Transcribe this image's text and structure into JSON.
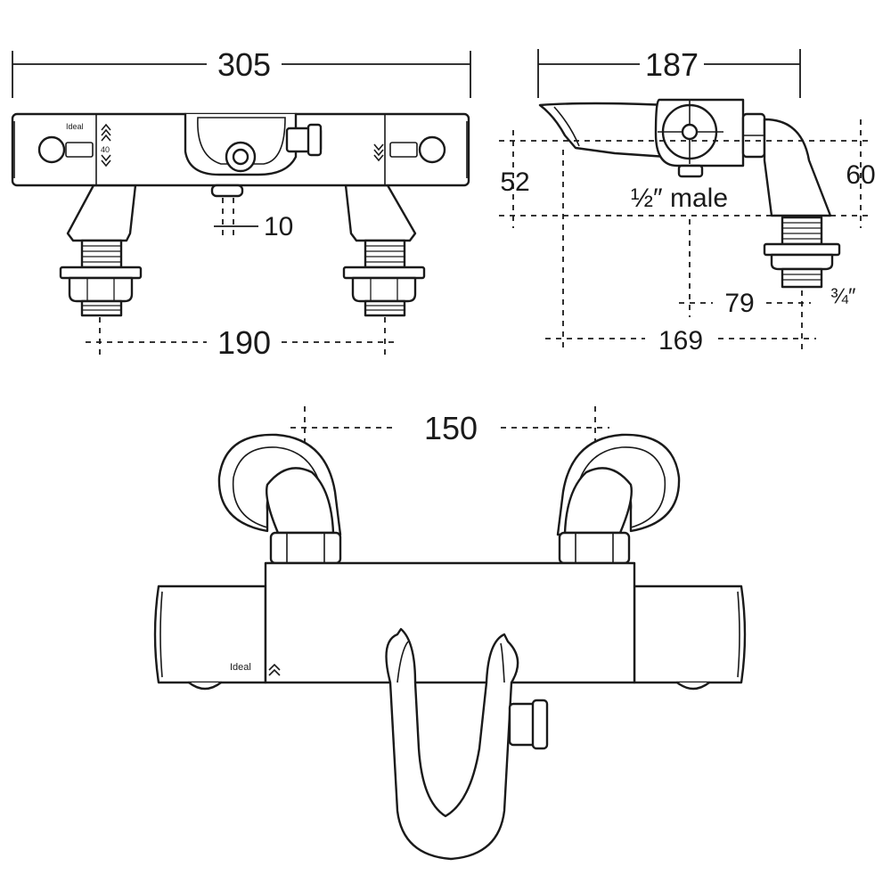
{
  "dimensions": {
    "top_width": "305",
    "side_depth": "187",
    "left_height": "52",
    "right_height": "60",
    "outlet_offset": "10",
    "inlet_centres_front": "190",
    "inlet_offset": "79",
    "projection": "169",
    "wall_centres": "150"
  },
  "connections": {
    "outlet_thread": "½″ male",
    "inlet_thread": "¾″"
  },
  "labels": {
    "temp_mark": "40",
    "brand_logo": "Ideal"
  },
  "colors": {
    "line": "#1a1a1a",
    "fill": "#ffffff"
  }
}
